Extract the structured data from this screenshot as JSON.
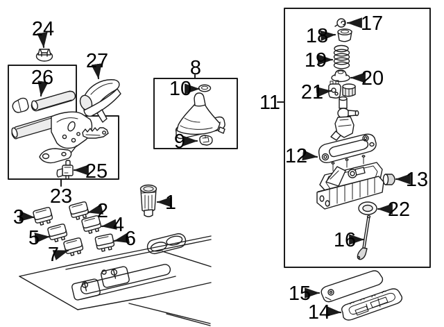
{
  "diagram": {
    "type": "exploded-parts-diagram",
    "subject": "floor console / gear shift lever / parking brake components",
    "colors": {
      "background": "#ffffff",
      "line": "#1b1b1b",
      "label": "#000000",
      "shade": "#ececec"
    },
    "groups": [
      {
        "box": "L-shaped-box",
        "callout": "23",
        "contains": [
          "25",
          "26"
        ]
      },
      {
        "box": "small-box",
        "callout": "8",
        "contains": [
          "9",
          "10"
        ]
      },
      {
        "box": "tall-box",
        "callout": "11",
        "contains": [
          "12",
          "13",
          "16",
          "17",
          "18",
          "19",
          "20",
          "21",
          "22"
        ]
      }
    ],
    "callouts": [
      {
        "label": "1"
      },
      {
        "label": "2"
      },
      {
        "label": "3"
      },
      {
        "label": "4"
      },
      {
        "label": "5"
      },
      {
        "label": "6"
      },
      {
        "label": "7"
      },
      {
        "label": "8"
      },
      {
        "label": "9"
      },
      {
        "label": "10"
      },
      {
        "label": "11"
      },
      {
        "label": "12"
      },
      {
        "label": "13"
      },
      {
        "label": "14"
      },
      {
        "label": "15"
      },
      {
        "label": "16"
      },
      {
        "label": "17"
      },
      {
        "label": "18"
      },
      {
        "label": "19"
      },
      {
        "label": "20"
      },
      {
        "label": "21"
      },
      {
        "label": "22"
      },
      {
        "label": "23"
      },
      {
        "label": "24"
      },
      {
        "label": "25"
      },
      {
        "label": "26"
      },
      {
        "label": "27"
      }
    ]
  }
}
